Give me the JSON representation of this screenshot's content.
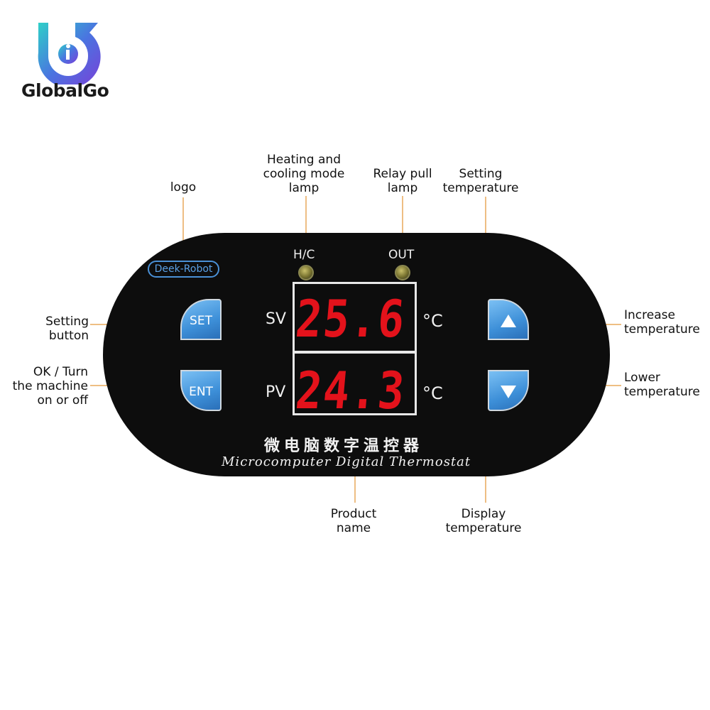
{
  "brand": {
    "name": "GlobalGo",
    "icon": "globalgo-logo-icon"
  },
  "callouts": {
    "logo": "logo",
    "hc_lamp": [
      "Heating and",
      "cooling mode",
      "lamp"
    ],
    "relay_lamp": [
      "Relay pull",
      "lamp"
    ],
    "setting_temp": [
      "Setting",
      "temperature"
    ],
    "setting_button": [
      "Setting",
      "button"
    ],
    "ok_turn": [
      "OK / Turn",
      "the machine",
      "on or off"
    ],
    "increase_temp": [
      "Increase",
      "temperature"
    ],
    "lower_temp": [
      "Lower",
      "temperature"
    ],
    "product_name": [
      "Product",
      "name"
    ],
    "display_temp": [
      "Display",
      "temperature"
    ]
  },
  "panel": {
    "maker": "Deek-Robot",
    "lamps": {
      "hc": "H/C",
      "out": "OUT"
    },
    "buttons": {
      "set": "SET",
      "ent": "ENT",
      "up_icon": "arrow-up-icon",
      "down_icon": "arrow-down-icon"
    },
    "display": {
      "sv_label": "SV",
      "pv_label": "PV",
      "sv_value": "25.6",
      "pv_value": "24.3",
      "unit": "°C",
      "digit_color": "#e3121b"
    },
    "product_cn": "微电脑数字温控器",
    "product_en": "Microcomputer Digital Thermostat",
    "button_color": "#3d8fd8",
    "panel_color": "#0d0d0d"
  },
  "line_color": "#e8a85a"
}
